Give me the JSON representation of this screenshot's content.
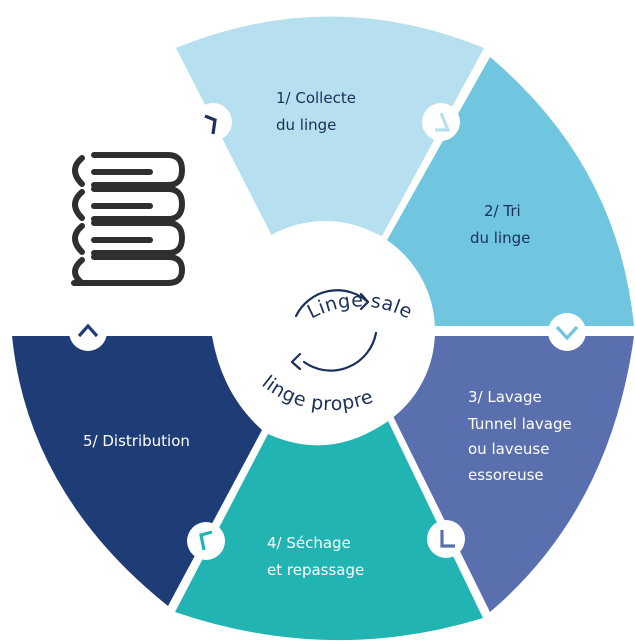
{
  "center": {
    "top_text": "Linge sale",
    "bottom_text": "linge propre",
    "cycle_icon": "refresh-cycle-icon"
  },
  "stack_icon": "folded-linen-stack-icon",
  "colors": {
    "collecte": "#b6dff0",
    "tri": "#6fc6de",
    "lavage": "#5a6fae",
    "sechage": "#22b4b2",
    "distribution": "#1e3d76",
    "text_dark": "#1b2f5b",
    "text_light": "#ffffff"
  },
  "segments": [
    {
      "id": "collecte",
      "lines": [
        "1/ Collecte",
        "du linge"
      ],
      "text_color": "dark",
      "badge_icon": "chevron-down-left-icon"
    },
    {
      "id": "tri",
      "lines": [
        "2/ Tri",
        "du linge"
      ],
      "text_color": "dark",
      "badge_icon": "chevron-down-right-icon"
    },
    {
      "id": "lavage",
      "lines": [
        "3/ Lavage",
        "Tunnel lavage",
        "ou laveuse",
        "essoreuse"
      ],
      "text_color": "light",
      "badge_icon": "chevron-down-icon"
    },
    {
      "id": "sechage",
      "lines": [
        "4/ Séchage",
        "et repassage"
      ],
      "text_color": "light",
      "badge_icon": "chevron-down-left-icon"
    },
    {
      "id": "distribution",
      "lines": [
        "5/ Distribution"
      ],
      "text_color": "light",
      "badge_icon": "chevron-up-left-icon"
    }
  ],
  "loop_badge_icon": "chevron-up-icon"
}
